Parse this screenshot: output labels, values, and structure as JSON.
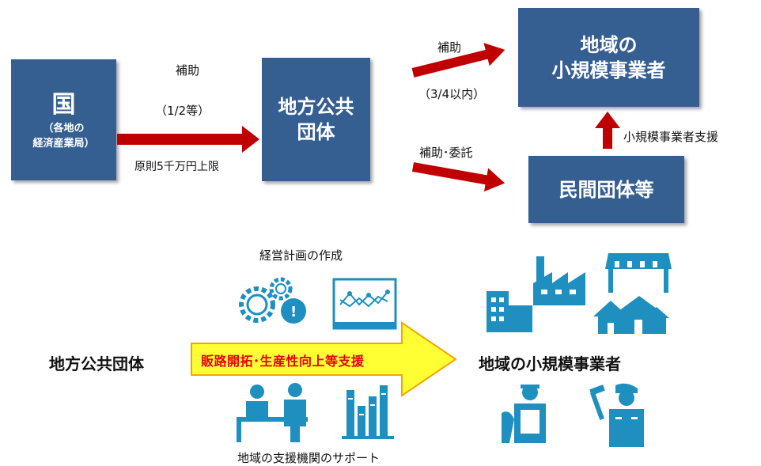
{
  "top": {
    "kuni": {
      "title": "国",
      "subtitle": "（各地の\n経済産業局）"
    },
    "chiho": {
      "line1": "地方公共",
      "line2": "団体"
    },
    "small_biz": {
      "line1": "地域の",
      "line2": "小規模事業者"
    },
    "minkan": {
      "label": "民間団体等"
    },
    "labels": {
      "hojo1": "補助",
      "ratio1": "（1/2等）",
      "limit": "原則5千万円上限",
      "hojo2": "補助",
      "ratio2": "（3/4以内）",
      "hojo_itaku": "補助･委託",
      "support": "小規模事業者支援"
    }
  },
  "bottom": {
    "left_label": "地方公共団体",
    "arrow_text": "販路開拓･生産性向上等支援",
    "right_label": "地域の小規模事業者",
    "caption_top": "経営計画の作成",
    "caption_bottom": "地域の支援機関のサポート"
  },
  "colors": {
    "box_blue": "#365f91",
    "arrow_red": "#c00000",
    "icon_blue": "#1f8fbf",
    "banner_yellow": "#ffff33",
    "banner_text": "#e60012"
  },
  "icons": [
    "gears-icon",
    "line-chart-icon",
    "consultation-icon",
    "bar-chart-icon",
    "office-building-icon",
    "factory-icon",
    "shop-awning-icon",
    "houses-icon",
    "fishmonger-icon",
    "carpenter-icon"
  ]
}
